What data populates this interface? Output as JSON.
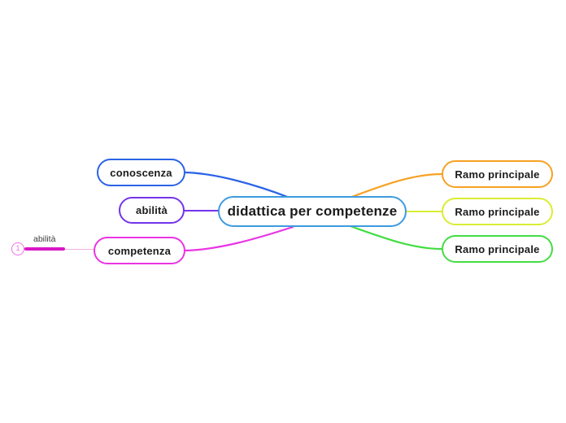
{
  "canvas": {
    "background": "#ffffff"
  },
  "root_node": {
    "label": "didattica per competenze",
    "border_color": "#3d9be0"
  },
  "left_branches": [
    {
      "label": "conoscenza",
      "color": "#2b63e6"
    },
    {
      "label": "abilità",
      "color": "#7334ea"
    },
    {
      "label": "competenza",
      "color": "#ea34e4"
    }
  ],
  "right_branches": [
    {
      "label": "Ramo principale",
      "color": "#f7a123"
    },
    {
      "label": "Ramo principale",
      "color": "#d9ed33"
    },
    {
      "label": "Ramo principale",
      "color": "#43dd43"
    }
  ],
  "relationship": {
    "number": "1",
    "label": "abilità",
    "line_color": "#d916c6",
    "circle_color": "#ef6fe3",
    "tail_color": "#eeb0e6"
  }
}
